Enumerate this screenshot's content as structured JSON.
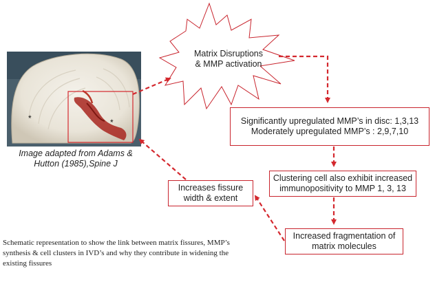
{
  "disc_image": {
    "caption_lines": [
      "Image adapted from Adams &",
      "Hutton (1985),Spine J"
    ]
  },
  "starburst": {
    "lines": [
      "Matrix Disruptions",
      "& MMP activation"
    ]
  },
  "boxes": {
    "mmp_regulation": {
      "lines": [
        "Significantly upregulated MMP’s in disc: 1,3,13",
        "Moderately upregulated MMP’s : 2,9,7,10"
      ]
    },
    "clustering": {
      "lines": [
        "Clustering cell also exhibit increased",
        "immunopositivity to MMP 1, 3, 13"
      ]
    },
    "fissure": {
      "lines": [
        "Increases fissure",
        "width & extent"
      ]
    },
    "fragmentation": {
      "lines": [
        "Increased fragmentation of",
        "matrix molecules"
      ]
    }
  },
  "figure_caption": {
    "lines": [
      "Schematic representation to show the link between matrix fissures, MMP’s",
      "synthesis & cell clusters in IVD’s and why they contribute in widening the",
      "existing fissures"
    ]
  },
  "colors": {
    "accent": "#c8232c",
    "text": "#222222"
  }
}
